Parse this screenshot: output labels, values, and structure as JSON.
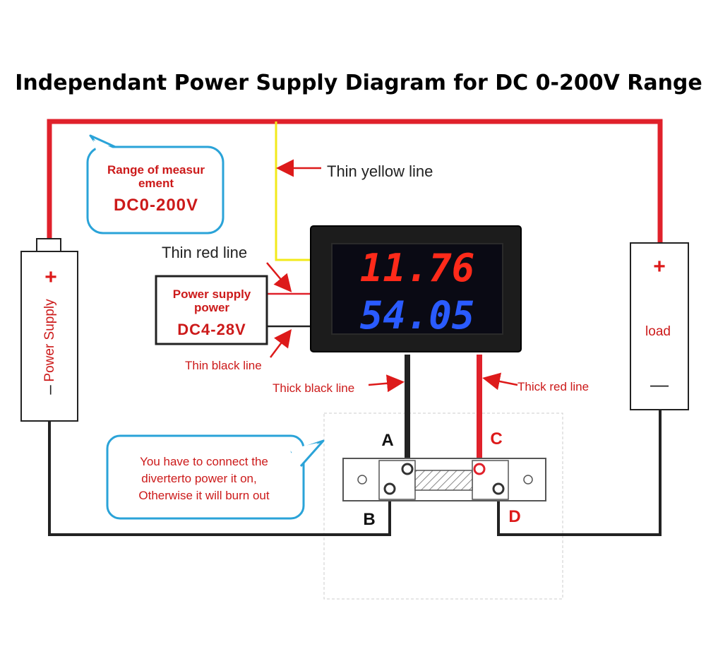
{
  "title": "Independant Power Supply Diagram for DC 0-200V Range",
  "range_bubble": {
    "line1": "Range of measur",
    "line2": "ement",
    "value": "DC0-200V"
  },
  "labels": {
    "thin_yellow": "Thin yellow line",
    "thin_red": "Thin red line",
    "thin_black": "Thin black line",
    "thick_black": "Thick black line",
    "thick_red": "Thick red line"
  },
  "power_box": {
    "line1": "Power supply",
    "line2": "power",
    "value": "DC4-28V"
  },
  "meter": {
    "voltage": "11.76",
    "current": "54.05"
  },
  "power_supply": {
    "plus": "+",
    "label": "Power Supply",
    "minus": "–"
  },
  "load": {
    "plus": "+",
    "label": "load",
    "minus": "—"
  },
  "note_bubble": {
    "line1": "You have to connect the",
    "line2": "diverterto power it on,",
    "line3": "Otherwise it will burn out"
  },
  "shunt_points": {
    "a": "A",
    "b": "B",
    "c": "C",
    "d": "D"
  },
  "colors": {
    "wire_red": "#e0212b",
    "wire_yellow": "#f2ea1a",
    "wire_black": "#222222",
    "bubble_border": "#2aa3d8",
    "segment_red": "#ff2a1a",
    "segment_blue": "#2a5bff"
  }
}
